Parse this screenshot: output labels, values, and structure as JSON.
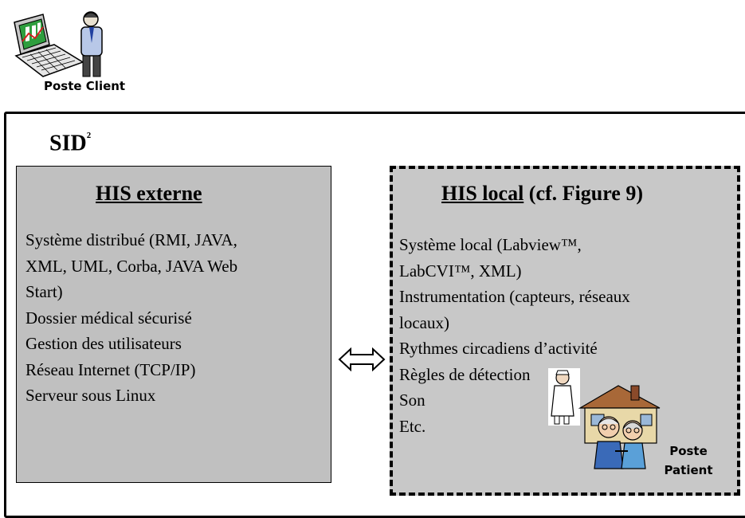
{
  "client": {
    "label": "Poste Client",
    "icon": "computer-user-icon"
  },
  "sid": {
    "title": "SID",
    "title_sup": "²"
  },
  "his_externe": {
    "title": "HIS externe",
    "lines": [
      "Système distribué (RMI, JAVA,",
      "XML, UML, Corba, JAVA Web",
      "Start)",
      "Dossier médical sécurisé",
      "Gestion des utilisateurs",
      "Réseau Internet (TCP/IP)",
      "Serveur sous Linux"
    ]
  },
  "connector": {
    "icon": "double-arrow-icon"
  },
  "his_local": {
    "title": "HIS local",
    "title_suffix": " (cf. Figure 9)",
    "lines": [
      "Système local (Labview™,",
      "LabCVI™, XML)",
      "Instrumentation (capteurs, réseaux",
      "locaux)",
      "Rythmes circadiens d’activité",
      "Règles de détection",
      "Son",
      "Etc."
    ]
  },
  "patient": {
    "label_line1": "Poste",
    "label_line2": "Patient",
    "icon": "house-elderly-couple-nurse-icon"
  }
}
